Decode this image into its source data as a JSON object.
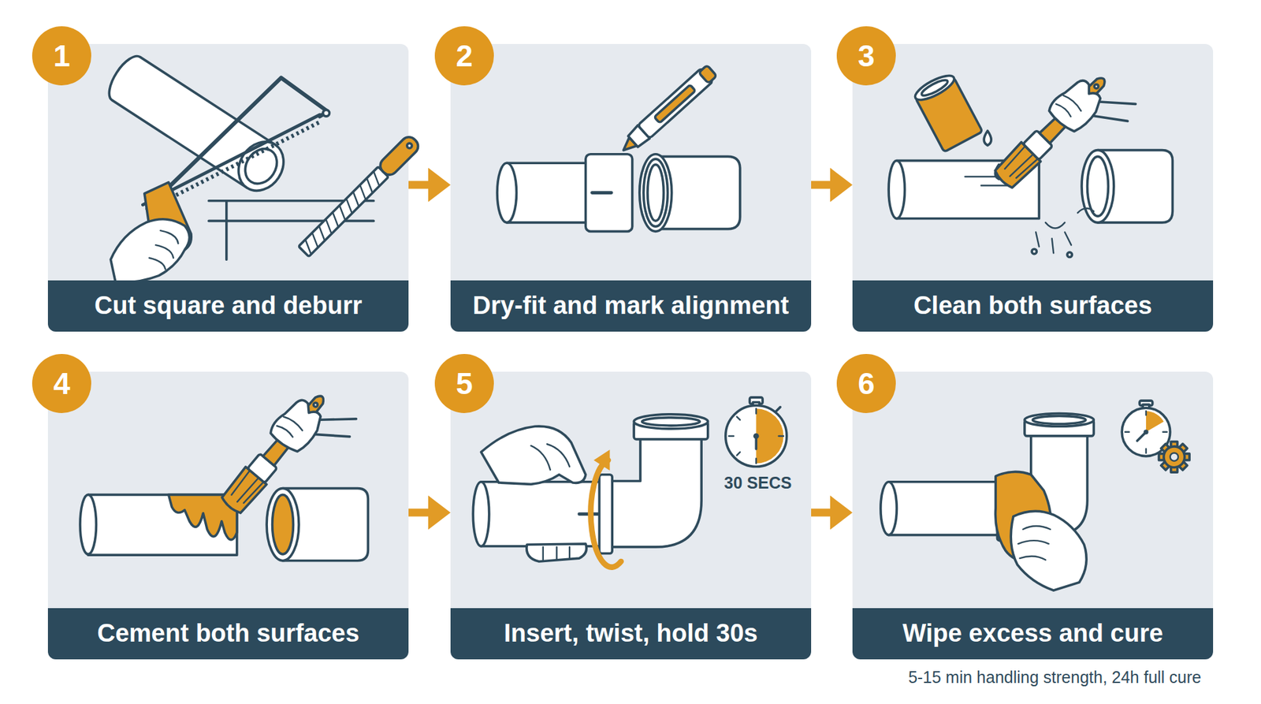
{
  "diagram": {
    "nodes": [
      {
        "text": [
          "1",
          "Cut square and deburr"
        ]
      },
      {
        "text": [
          "2",
          "Dry-fit and mark alignment"
        ]
      },
      {
        "text": [
          "3",
          "Clean both surfaces"
        ]
      },
      {
        "text": [
          "4",
          "Cement both surfaces"
        ]
      },
      {
        "text": [
          "5",
          "Insert, twist, hold 30s"
        ]
      },
      {
        "text": [
          "6",
          "Wipe excess and cure"
        ]
      }
    ],
    "edges": [
      {
        "from": 0,
        "to": 1,
        "arrow": "to"
      },
      {
        "from": 1,
        "to": 2,
        "arrow": "to"
      },
      {
        "from": 3,
        "to": 4,
        "arrow": "to"
      },
      {
        "from": 4,
        "to": 5,
        "arrow": "to"
      }
    ],
    "labels": [
      "30 SECS",
      "5-15 min handling strength, 24h full cure"
    ]
  }
}
